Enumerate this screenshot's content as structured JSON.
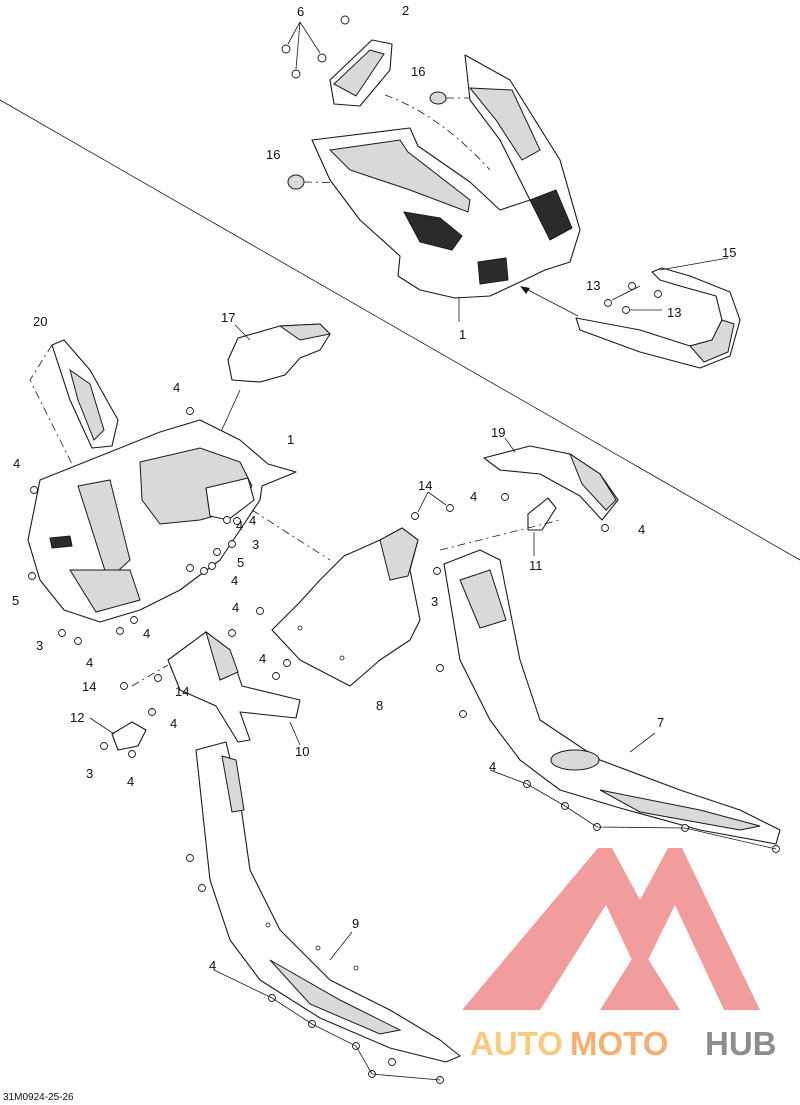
{
  "diagram": {
    "reference_code": "31M0924-25-26",
    "callouts": {
      "c1a": "1",
      "c1b": "1",
      "c2": "2",
      "c3a": "3",
      "c3b": "3",
      "c3c": "3",
      "c3d": "3",
      "c4a": "4",
      "c4b": "4",
      "c4c": "4",
      "c4d": "4",
      "c4e": "4",
      "c4f": "4",
      "c4g": "4",
      "c4h": "4",
      "c4i": "4",
      "c4j": "4",
      "c4k": "4",
      "c4l": "4",
      "c4m": "4",
      "c4n": "4",
      "c4o": "4",
      "c5a": "5",
      "c5b": "5",
      "c6": "6",
      "c7": "7",
      "c8": "8",
      "c9": "9",
      "c10": "10",
      "c11": "11",
      "c12": "12",
      "c13a": "13",
      "c13b": "13",
      "c14a": "14",
      "c14b": "14",
      "c14c": "14",
      "c15": "15",
      "c16a": "16",
      "c16b": "16",
      "c17": "17",
      "c19": "19",
      "c20": "20"
    }
  },
  "watermark": {
    "brand_part1": "AUTO",
    "brand_part2": "MOTO",
    "brand_part3": "HUB",
    "colors": {
      "logo": "#f08c8c",
      "auto": "#f5c36a",
      "moto": "#f5a05a",
      "hub": "#7a7a7a"
    }
  }
}
